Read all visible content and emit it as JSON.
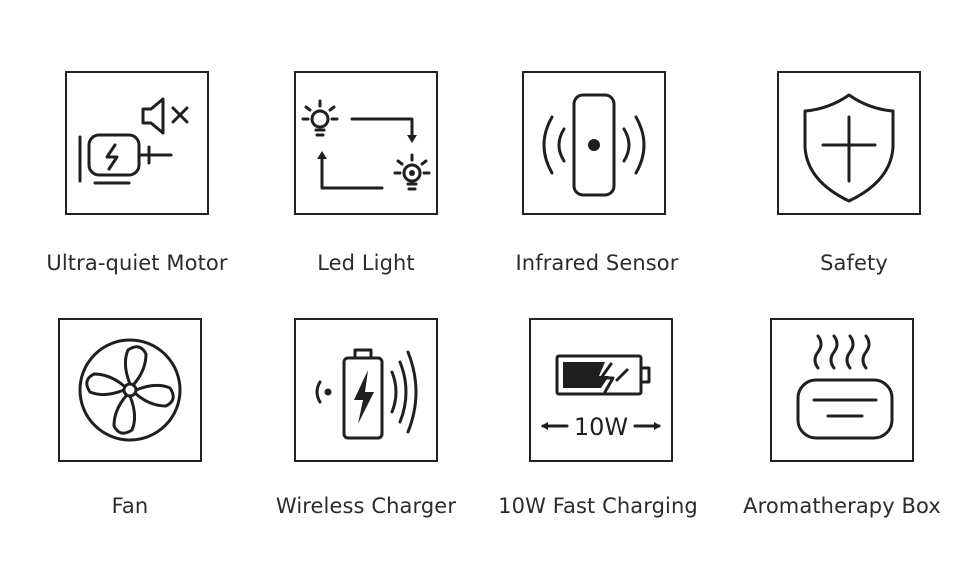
{
  "features": [
    {
      "label": "Ultra-quiet Motor",
      "icon": "motor-icon"
    },
    {
      "label": "Led Light",
      "icon": "light-bulb-icon"
    },
    {
      "label": "Infrared Sensor",
      "icon": "infrared-sensor-icon"
    },
    {
      "label": "Safety",
      "icon": "shield-icon"
    },
    {
      "label": "Fan",
      "icon": "fan-icon"
    },
    {
      "label": "Wireless Charger",
      "icon": "wireless-charger-icon"
    },
    {
      "label": "10W Fast Charging",
      "icon": "fast-charging-battery-icon",
      "badge": "10W"
    },
    {
      "label": "Aromatherapy Box",
      "icon": "aromatherapy-box-icon"
    }
  ]
}
